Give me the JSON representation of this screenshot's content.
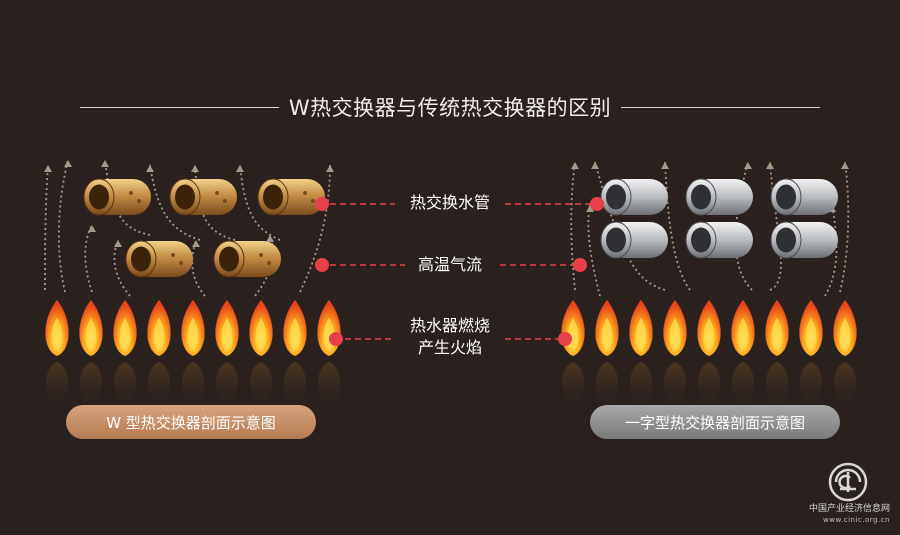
{
  "title": "W热交换器与传统热交换器的区别",
  "labels": {
    "pipe": "热交换水管",
    "airflow": "高温气流",
    "burner_line1": "热水器燃烧",
    "burner_line2": "产生火焰"
  },
  "captions": {
    "left": "W 型热交换器剖面示意图",
    "right": "一字型热交换器剖面示意图"
  },
  "watermark": {
    "name": "中国产业经济信息网",
    "url": "www.cinic.org.cn"
  },
  "colors": {
    "background": "#2a211f",
    "copper": "#c58d45",
    "steel": "#b9bcc0",
    "flame_outer": "#e8441c",
    "flame_inner": "#ffd84a",
    "marker": "#e8404a",
    "leader": "#e8404a",
    "airflow_arrow": "#a59a8a"
  },
  "icons": [
    "globe-logo-icon"
  ]
}
